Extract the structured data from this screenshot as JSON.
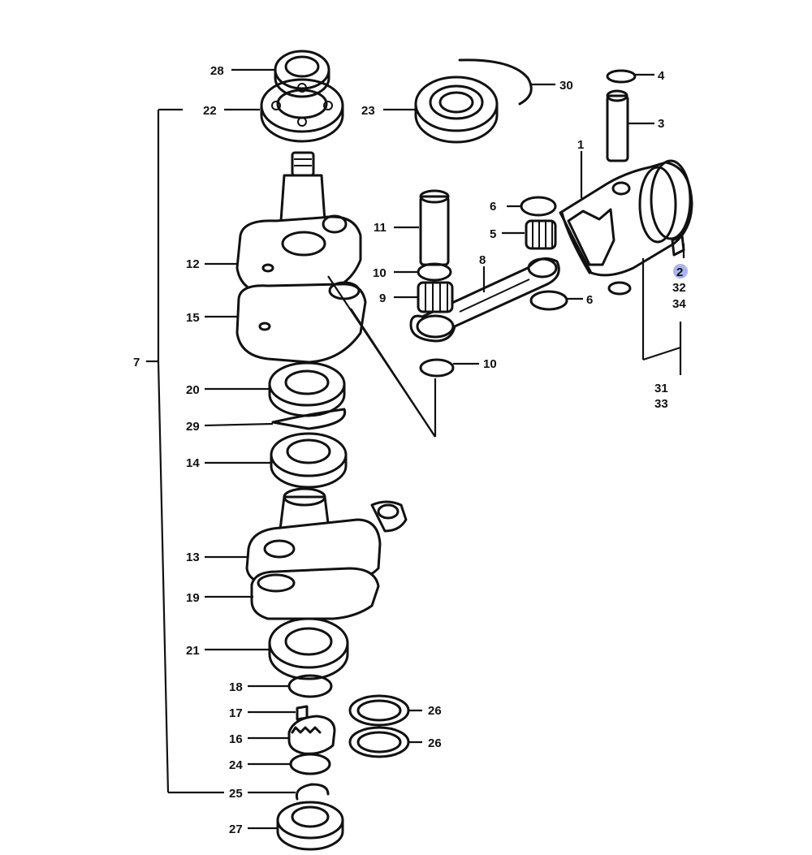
{
  "labels": {
    "l1": "1",
    "l3": "3",
    "l4": "4",
    "l5": "5",
    "l6a": "6",
    "l6b": "6",
    "l7": "7",
    "l8": "8",
    "l9": "9",
    "l10a": "10",
    "l10b": "10",
    "l11": "11",
    "l12": "12",
    "l13": "13",
    "l14": "14",
    "l15": "15",
    "l16": "16",
    "l17": "17",
    "l18": "18",
    "l19": "19",
    "l20": "20",
    "l21": "21",
    "l22": "22",
    "l23": "23",
    "l24": "24",
    "l25": "25",
    "l26a": "26",
    "l26b": "26",
    "l27": "27",
    "l28": "28",
    "l29": "29",
    "l30": "30",
    "l2": "2",
    "l32": "32",
    "l34": "34",
    "l31": "31",
    "l33": "33"
  },
  "colors": {
    "line": "#111111",
    "background": "#ffffff",
    "highlight": "#3b5bdb"
  }
}
